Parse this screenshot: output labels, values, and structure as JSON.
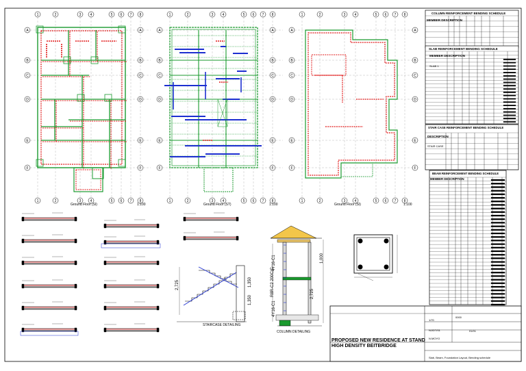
{
  "grid_cols": [
    "1",
    "2",
    "3",
    "4",
    "5",
    "6",
    "7",
    "8"
  ],
  "grid_rows": [
    "A",
    "B",
    "C",
    "D",
    "E",
    "F"
  ],
  "plans": [
    {
      "title": "Ground Floor (SI)",
      "scale": "1:100"
    },
    {
      "title": "Ground Floor (ST)",
      "scale": "1:100"
    },
    {
      "title": "Ground Floor (SI)",
      "scale": "1:100"
    }
  ],
  "schedules": {
    "column": "COLUMN REINFORCEMENT BENDING SCHEDULE",
    "slab": "SLAB REINFORCEMENT BENDING SCHEDULE",
    "stair": "STAIR CASE REINFORCEMENT BENDING SCHEDULE",
    "beam": "BEAM REINFORCEMENT BENDING SCHEDULE",
    "col_header": "MEMBER DESCRIPTION",
    "slab_header": "MEMBER DESCRIPTION",
    "slab_item": "SLAB 1",
    "stair_header": "DESCRIPTION",
    "stair_item": "STAIR CASE",
    "beam_header": "MEMBER DESCRIPTION"
  },
  "details": {
    "staircase": "STAIRCASE DETAILING",
    "column": "COLUMN DETAILING",
    "col_label_1": "4Y16-C1",
    "col_label_2": "4Y16-C1",
    "col_label_3": "R8R-C2 200C/C",
    "dim_1": "2,725",
    "dim_2": "1,350",
    "dim_3": "1,350",
    "dim_4": "2,725",
    "dim_5": "1,000"
  },
  "title_block": {
    "project_line_1": "PROPOSED NEW RESIDENCE AT STAND",
    "project_line_2": "HIGH DENSITY BEITBRIDGE",
    "drawing_title": "Slab, Beam, Foundation Layout, Bending schedule",
    "r1": "0000",
    "r2": "1/70",
    "r3": "NJ/DT/01",
    "r4": "01/01",
    "r5": "N.MOYO"
  }
}
